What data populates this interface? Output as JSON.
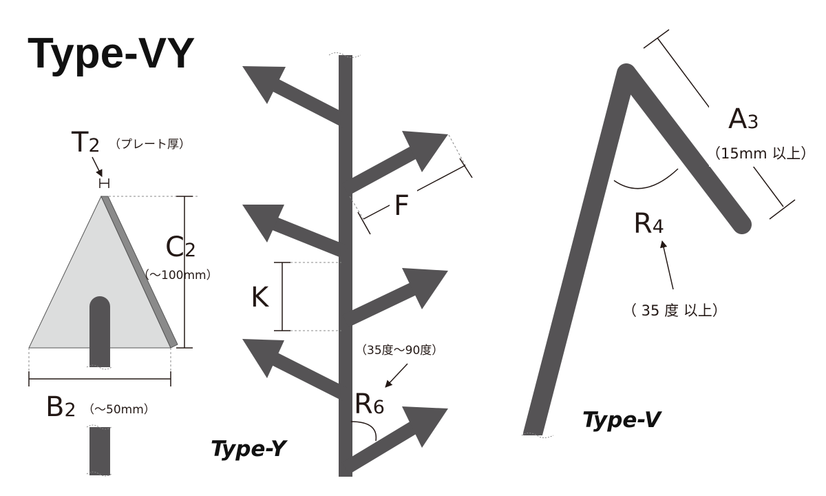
{
  "title": "Type-VY",
  "type_y": {
    "caption": "Type-Y",
    "label_f": "F",
    "label_k": "K",
    "label_r_main": "R",
    "label_r_sub": "6",
    "angle_note": "（35度～90度）"
  },
  "type_v": {
    "caption": "Type-V",
    "label_a_main": "A",
    "label_a_sub": "3",
    "length_note": "（15mm 以上）",
    "label_r_main": "R",
    "label_r_sub": "4",
    "angle_note": "（ 35 度 以上）"
  },
  "plate": {
    "t_main": "T",
    "t_sub": "2",
    "t_note": "（プレート厚）",
    "c_main": "C",
    "c_sub": "2",
    "c_note": "（～100mm）",
    "b_main": "B",
    "b_sub": "2",
    "b_note": "（～50mm）"
  },
  "colors": {
    "rod": "#555355",
    "plate_face": "#dcdddd",
    "plate_edge": "#8a8a8a",
    "text": "#231815"
  }
}
